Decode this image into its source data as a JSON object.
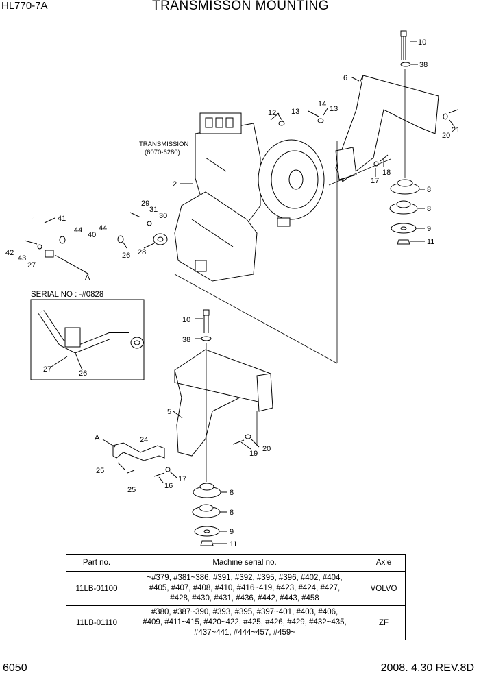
{
  "header": {
    "model": "HL770-7A",
    "title": "TRANSMISSON MOUNTING"
  },
  "footer": {
    "page_number": "6050",
    "date_rev": "2008. 4.30  REV.8D"
  },
  "diagram": {
    "transmission_label": "TRANSMISSION",
    "transmission_range": "(6070-6280)",
    "serial_box_label": "SERIAL NO : -#0828",
    "view_ref": "A",
    "callouts": {
      "c10a": "10",
      "c38a": "38",
      "c6": "6",
      "c12": "12",
      "c13a": "13",
      "c14": "14",
      "c13b": "13",
      "c20a": "20",
      "c21": "21",
      "c2": "2",
      "c18": "18",
      "c17a": "17",
      "c8a": "8",
      "c8b": "8",
      "c9a": "9",
      "c11a": "11",
      "c41": "41",
      "c44a": "44",
      "c40": "40",
      "c44b": "44",
      "c29": "29",
      "c31": "31",
      "c30": "30",
      "c42": "42",
      "c43": "43",
      "c27a": "27",
      "c26a": "26",
      "c28": "28",
      "c27b": "27",
      "c26b": "26",
      "c10b": "10",
      "c38b": "38",
      "c5": "5",
      "c24": "24",
      "c20b": "20",
      "c19": "19",
      "c25a": "25",
      "c25b": "25",
      "c16": "16",
      "c17b": "17",
      "c8c": "8",
      "c8d": "8",
      "c9b": "9",
      "c11b": "11"
    }
  },
  "table": {
    "headers": [
      "Part no.",
      "Machine serial no.",
      "Axle"
    ],
    "rows": [
      {
        "part_no": "11LB-01100",
        "serial_lines": [
          "~#379, #381~386, #391, #392, #395, #396, #402, #404,",
          "#405, #407, #408, #410, #416~419, #423, #424, #427,",
          "#428, #430, #431, #436, #442, #443, #458"
        ],
        "axle": "VOLVO"
      },
      {
        "part_no": "11LB-01110",
        "serial_lines": [
          "#380, #387~390, #393, #395, #397~401, #403, #406,",
          "#409, #411~415, #420~422, #425, #426, #429, #432~435,",
          "#437~441, #444~457, #459~"
        ],
        "axle": "ZF"
      }
    ]
  }
}
